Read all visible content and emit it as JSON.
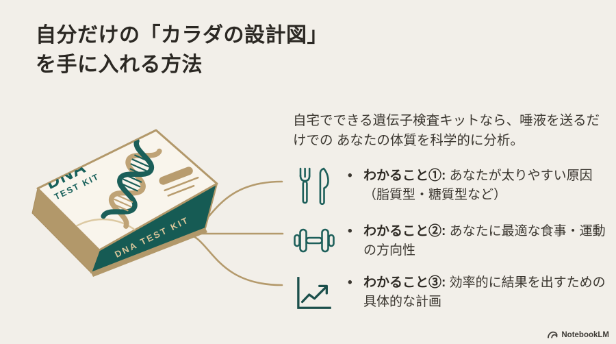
{
  "title": {
    "line1": "自分だけの「カラダの設計図」",
    "line2": "を手に入れる方法"
  },
  "intro": "自宅でできる遺伝子検査キットなら、唾液を送るだけでの あなたの体質を科学的に分析。",
  "list": {
    "marker": "•",
    "items": [
      {
        "icon": "fork-knife-icon",
        "label": "わかること①:",
        "text": " あなたが太りやすい原因（脂質型・糖質型など）"
      },
      {
        "icon": "dumbbell-icon",
        "label": "わかること②:",
        "text": " あなたに最適な食事・運動の方向性"
      },
      {
        "icon": "chart-up-icon",
        "label": "わかること③:",
        "text": " 効率的に結果を出すための具体的な計画"
      }
    ]
  },
  "box": {
    "top_title": "DNA",
    "top_subtitle": "TEST KIT",
    "front_label": "DNA TEST KIT"
  },
  "footer": {
    "brand": "NotebookLM"
  },
  "colors": {
    "background": "#f2efe9",
    "title_text": "#2b2823",
    "body_text": "#3a362f",
    "teal": "#1d5f5a",
    "teal_dark": "#1b4f4b",
    "box_front_teal": "#165b54",
    "tan": "#b49a6c",
    "tan_light": "#dcc9a2",
    "box_top": "#f9f5ec",
    "footer_text": "#3e3b36"
  }
}
